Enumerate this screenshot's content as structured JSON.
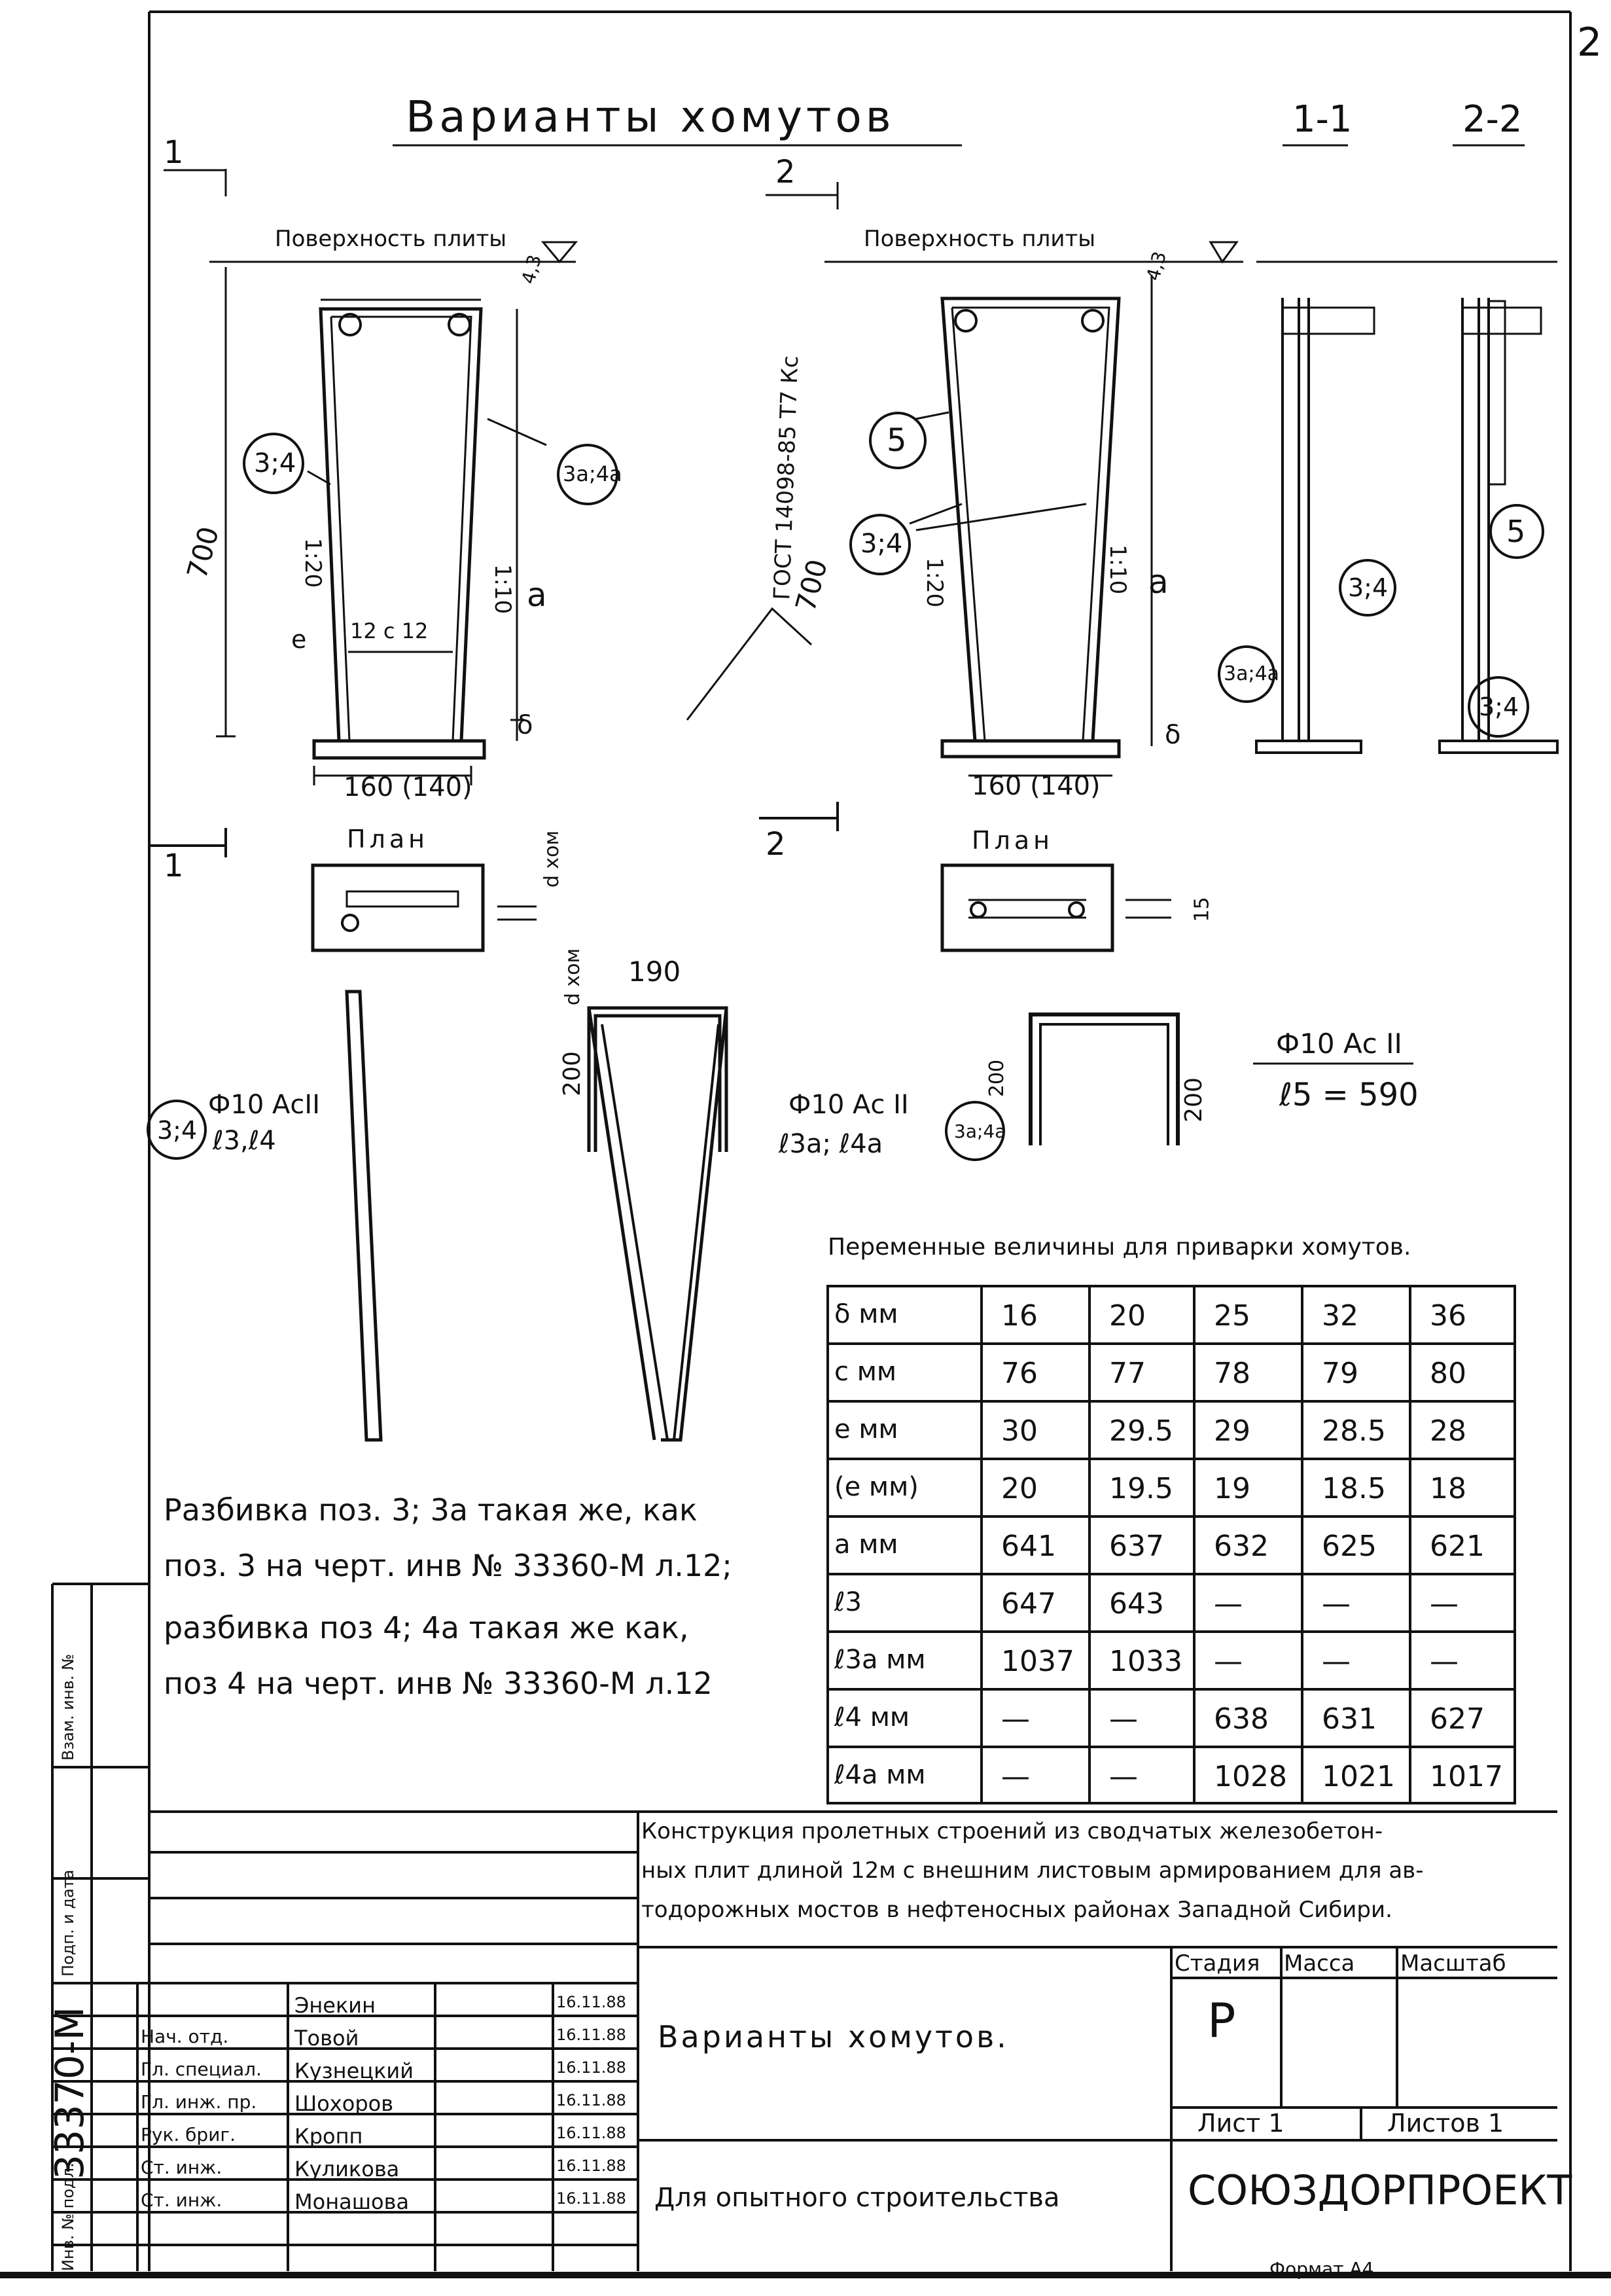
{
  "sheet_corner_number": "2",
  "title": "Варианты хомутов",
  "section_marks": {
    "s1": "1-1",
    "s2": "2-2",
    "cut1": "1",
    "cut2": "2"
  },
  "surface_label": "Поверхность плиты",
  "gost_label": "ГОСТ 14098-85 Т7 Кс",
  "plan_label": "План",
  "dims": {
    "h700": "700",
    "w160": "160 (140)",
    "d190": "190",
    "d200": "200",
    "slope120": "1:20",
    "slope110": "1:10",
    "a": "a",
    "e": "e",
    "c12": "12  c  12",
    "delta": "δ",
    "d_hom": "d хом",
    "cover": "4,3",
    "dim15": "15"
  },
  "positions": {
    "p34": "3;4",
    "p3a4a": "3а;4а",
    "p5": "5"
  },
  "rebar_notes": {
    "left": "Ф10 АсII",
    "left_sub": "ℓ3,ℓ4",
    "mid": "Ф10 Ас II",
    "mid_sub": "ℓ3а; ℓ4а",
    "right": "Ф10 Ас II",
    "right_sub": "ℓ5 = 590"
  },
  "table_caption": "Переменные величины для приварки хомутов.",
  "table": {
    "header": [
      "δ мм",
      "16",
      "20",
      "25",
      "32",
      "36"
    ],
    "rows": [
      [
        "c мм",
        "76",
        "77",
        "78",
        "79",
        "80"
      ],
      [
        "e мм",
        "30",
        "29.5",
        "29",
        "28.5",
        "28"
      ],
      [
        "(e мм)",
        "20",
        "19.5",
        "19",
        "18.5",
        "18"
      ],
      [
        "a мм",
        "641",
        "637",
        "632",
        "625",
        "621"
      ],
      [
        "ℓ3",
        "647",
        "643",
        "—",
        "—",
        "—"
      ],
      [
        "ℓ3а мм",
        "1037",
        "1033",
        "—",
        "—",
        "—"
      ],
      [
        "ℓ4 мм",
        "—",
        "—",
        "638",
        "631",
        "627"
      ],
      [
        "ℓ4а мм",
        "—",
        "—",
        "1028",
        "1021",
        "1017"
      ]
    ]
  },
  "notes": [
    "Разбивка поз. 3; 3а  такая же, как",
    "поз. 3  на черт. инв № 33360-М л.12;",
    "разбивка поз 4; 4а  такая же как,",
    "поз 4  на черт. инв № 33360-М л.12"
  ],
  "title_block": {
    "project": [
      "Конструкция пролетных строений из сводчатых железобетон-",
      "ных плит длиной 12м с внешним листовым армированием для ав-",
      "тодорожных мостов в нефтеносных районах Западной Сибири."
    ],
    "sheet_title": "Варианты хомутов.",
    "purpose": "Для опытного строительства",
    "org": "СОЮЗДОРПРОЕКТ",
    "stage_label": "Стадия",
    "mass_label": "Масса",
    "scale_label": "Масштаб",
    "stage": "Р",
    "sheet_label": "Лист 1",
    "sheets_label": "Листов 1",
    "inv_number": "33370-М",
    "format": "Формат А4",
    "side_labels": [
      "Инв. № подл.",
      "Подп. и дата",
      "Взам. инв. №"
    ],
    "signatures": [
      {
        "role": "",
        "name": "Энекин",
        "date": "16.11.88"
      },
      {
        "role": "Нач. отд.",
        "name": "Товой",
        "date": "16.11.88"
      },
      {
        "role": "Гл. специал.",
        "name": "Кузнецкий",
        "date": "16.11.88"
      },
      {
        "role": "Гл. инж. пр.",
        "name": "Шохоров",
        "date": "16.11.88"
      },
      {
        "role": "Рук. бриг.",
        "name": "Кропп",
        "date": "16.11.88"
      },
      {
        "role": "Ст. инж.",
        "name": "Куликова",
        "date": "16.11.88"
      },
      {
        "role": "Ст. инж.",
        "name": "Монашова",
        "date": "16.11.88"
      }
    ]
  }
}
